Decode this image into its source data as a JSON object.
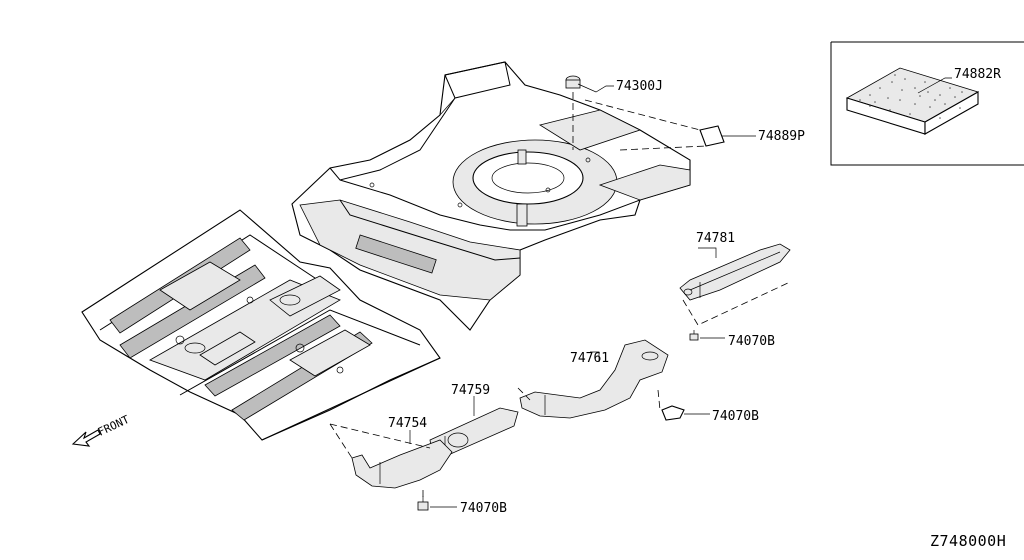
{
  "diagram": {
    "part_labels": {
      "p74300J": "74300J",
      "p74889P": "74889P",
      "p74882R": "74882R",
      "p74781": "74781",
      "p74070B_a": "74070B",
      "p74761": "74761",
      "p74070B_b": "74070B",
      "p74759": "74759",
      "p74754": "74754",
      "p74070B_c": "74070B"
    },
    "front_label": "FRONT",
    "reference_code": "Z748000H"
  }
}
